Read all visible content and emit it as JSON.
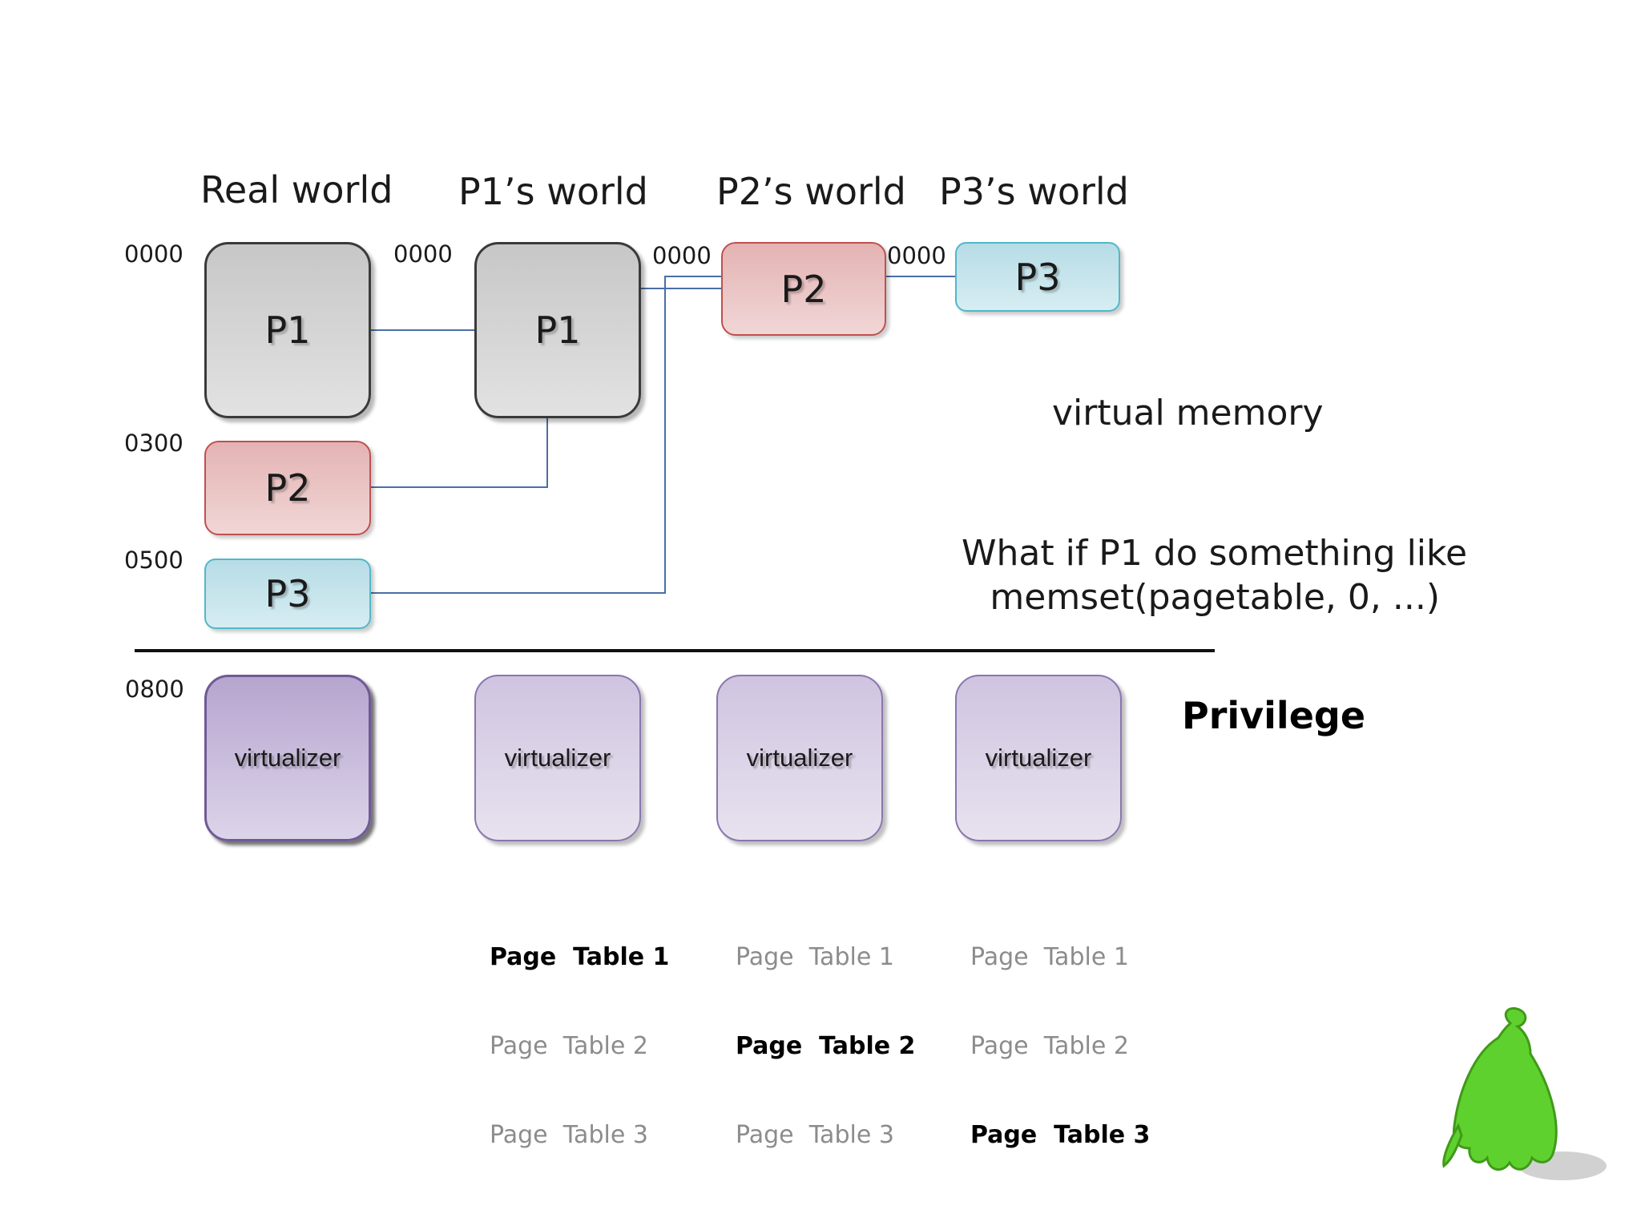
{
  "headings": [
    "Real world",
    "P1’s world",
    "P2’s world",
    "P3’s world"
  ],
  "addresses": {
    "real_0000": "0000",
    "real_0300": "0300",
    "real_0500": "0500",
    "real_0800": "0800",
    "p1_0000": "0000",
    "p2_0000": "0000",
    "p3_0000": "0000"
  },
  "real_world": {
    "p1": "P1",
    "p2": "P2",
    "p3": "P3",
    "virtualizer": "virtualizer"
  },
  "worlds": {
    "p1": {
      "process": "P1",
      "virtualizer": "virtualizer"
    },
    "p2": {
      "process": "P2",
      "virtualizer": "virtualizer"
    },
    "p3": {
      "process": "P3",
      "virtualizer": "virtualizer"
    }
  },
  "page_tables": {
    "p1": [
      "Page  Table 1",
      "Page  Table 2",
      "Page  Table 3"
    ],
    "p2": [
      "Page  Table 1",
      "Page  Table 2",
      "Page  Table 3"
    ],
    "p3": [
      "Page  Table 1",
      "Page  Table 2",
      "Page  Table 3"
    ]
  },
  "active_table": {
    "p1": 0,
    "p2": 1,
    "p3": 2
  },
  "notes": {
    "virtual_memory": "virtual memory",
    "question_line1": "What if P1 do something like",
    "question_line2": "memset(pagetable, 0, ...)",
    "privilege": "Privilege"
  },
  "colors": {
    "arrow": "#4a6fa5",
    "mascot": "#5fd12e"
  }
}
